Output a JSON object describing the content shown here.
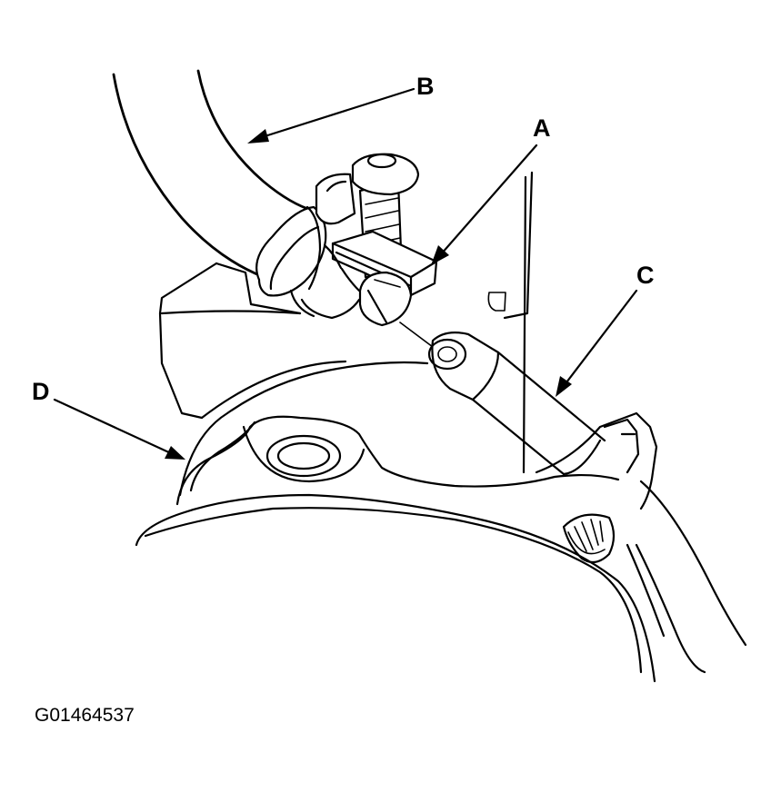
{
  "callouts": {
    "a": "A",
    "b": "B",
    "c": "C",
    "d": "D"
  },
  "figure_id": "G01464537",
  "colors": {
    "ink": "#000000",
    "background": "#ffffff"
  }
}
